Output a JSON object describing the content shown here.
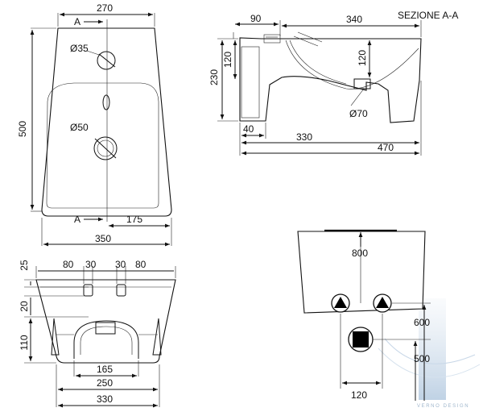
{
  "section_title": "SEZIONE A-A",
  "front_view": {
    "section_marker": "A",
    "dim_top_width": "270",
    "dim_height": "500",
    "dim_bottom_width": "350",
    "dim_half_width": "175",
    "tap_hole": "Ø35",
    "drain_hole": "Ø50"
  },
  "section_view": {
    "dim_top_left": "90",
    "dim_top_right": "340",
    "dim_left_120": "120",
    "dim_right_120": "120",
    "dim_left_230": "230",
    "dim_bottom_40": "40",
    "dim_bottom_330": "330",
    "dim_bottom_470": "470",
    "drain_hole": "Ø70"
  },
  "bottom_view": {
    "dim_25": "25",
    "dim_80_left": "80",
    "dim_30_left": "30",
    "dim_30_right": "30",
    "dim_80_right": "80",
    "dim_20": "20",
    "dim_110": "110",
    "dim_165": "165",
    "dim_250": "250",
    "dim_330": "330"
  },
  "installation_view": {
    "dim_800": "800",
    "dim_600": "600",
    "dim_500": "500",
    "dim_120": "120",
    "watermark": "VERNO DESIGN"
  }
}
